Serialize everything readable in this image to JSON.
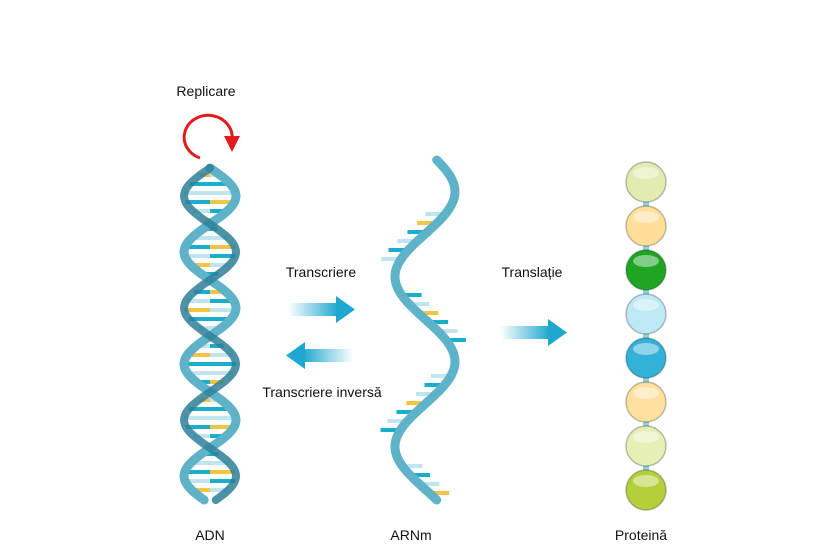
{
  "labels": {
    "replication": "Replicare",
    "transcription": "Transcriere",
    "reverse_transcription": "Transcriere inversă",
    "translation": "Translație",
    "dna": "ADN",
    "mrna": "ARNm",
    "protein": "Proteină"
  },
  "colors": {
    "strand": "#5fb3c9",
    "strand_dark": "#2f7f99",
    "base_yellow": "#f4c542",
    "base_cyan": "#1aaecb",
    "base_light": "#bfe6f0",
    "arrow": "#1ea8d0",
    "replication_arrow": "#e41b1b"
  },
  "protein_beads": [
    "#e3ecb0",
    "#ffdf99",
    "#1ea623",
    "#bde8f5",
    "#32b2d9",
    "#ffe09f",
    "#e6efb5",
    "#b3cf3a"
  ]
}
